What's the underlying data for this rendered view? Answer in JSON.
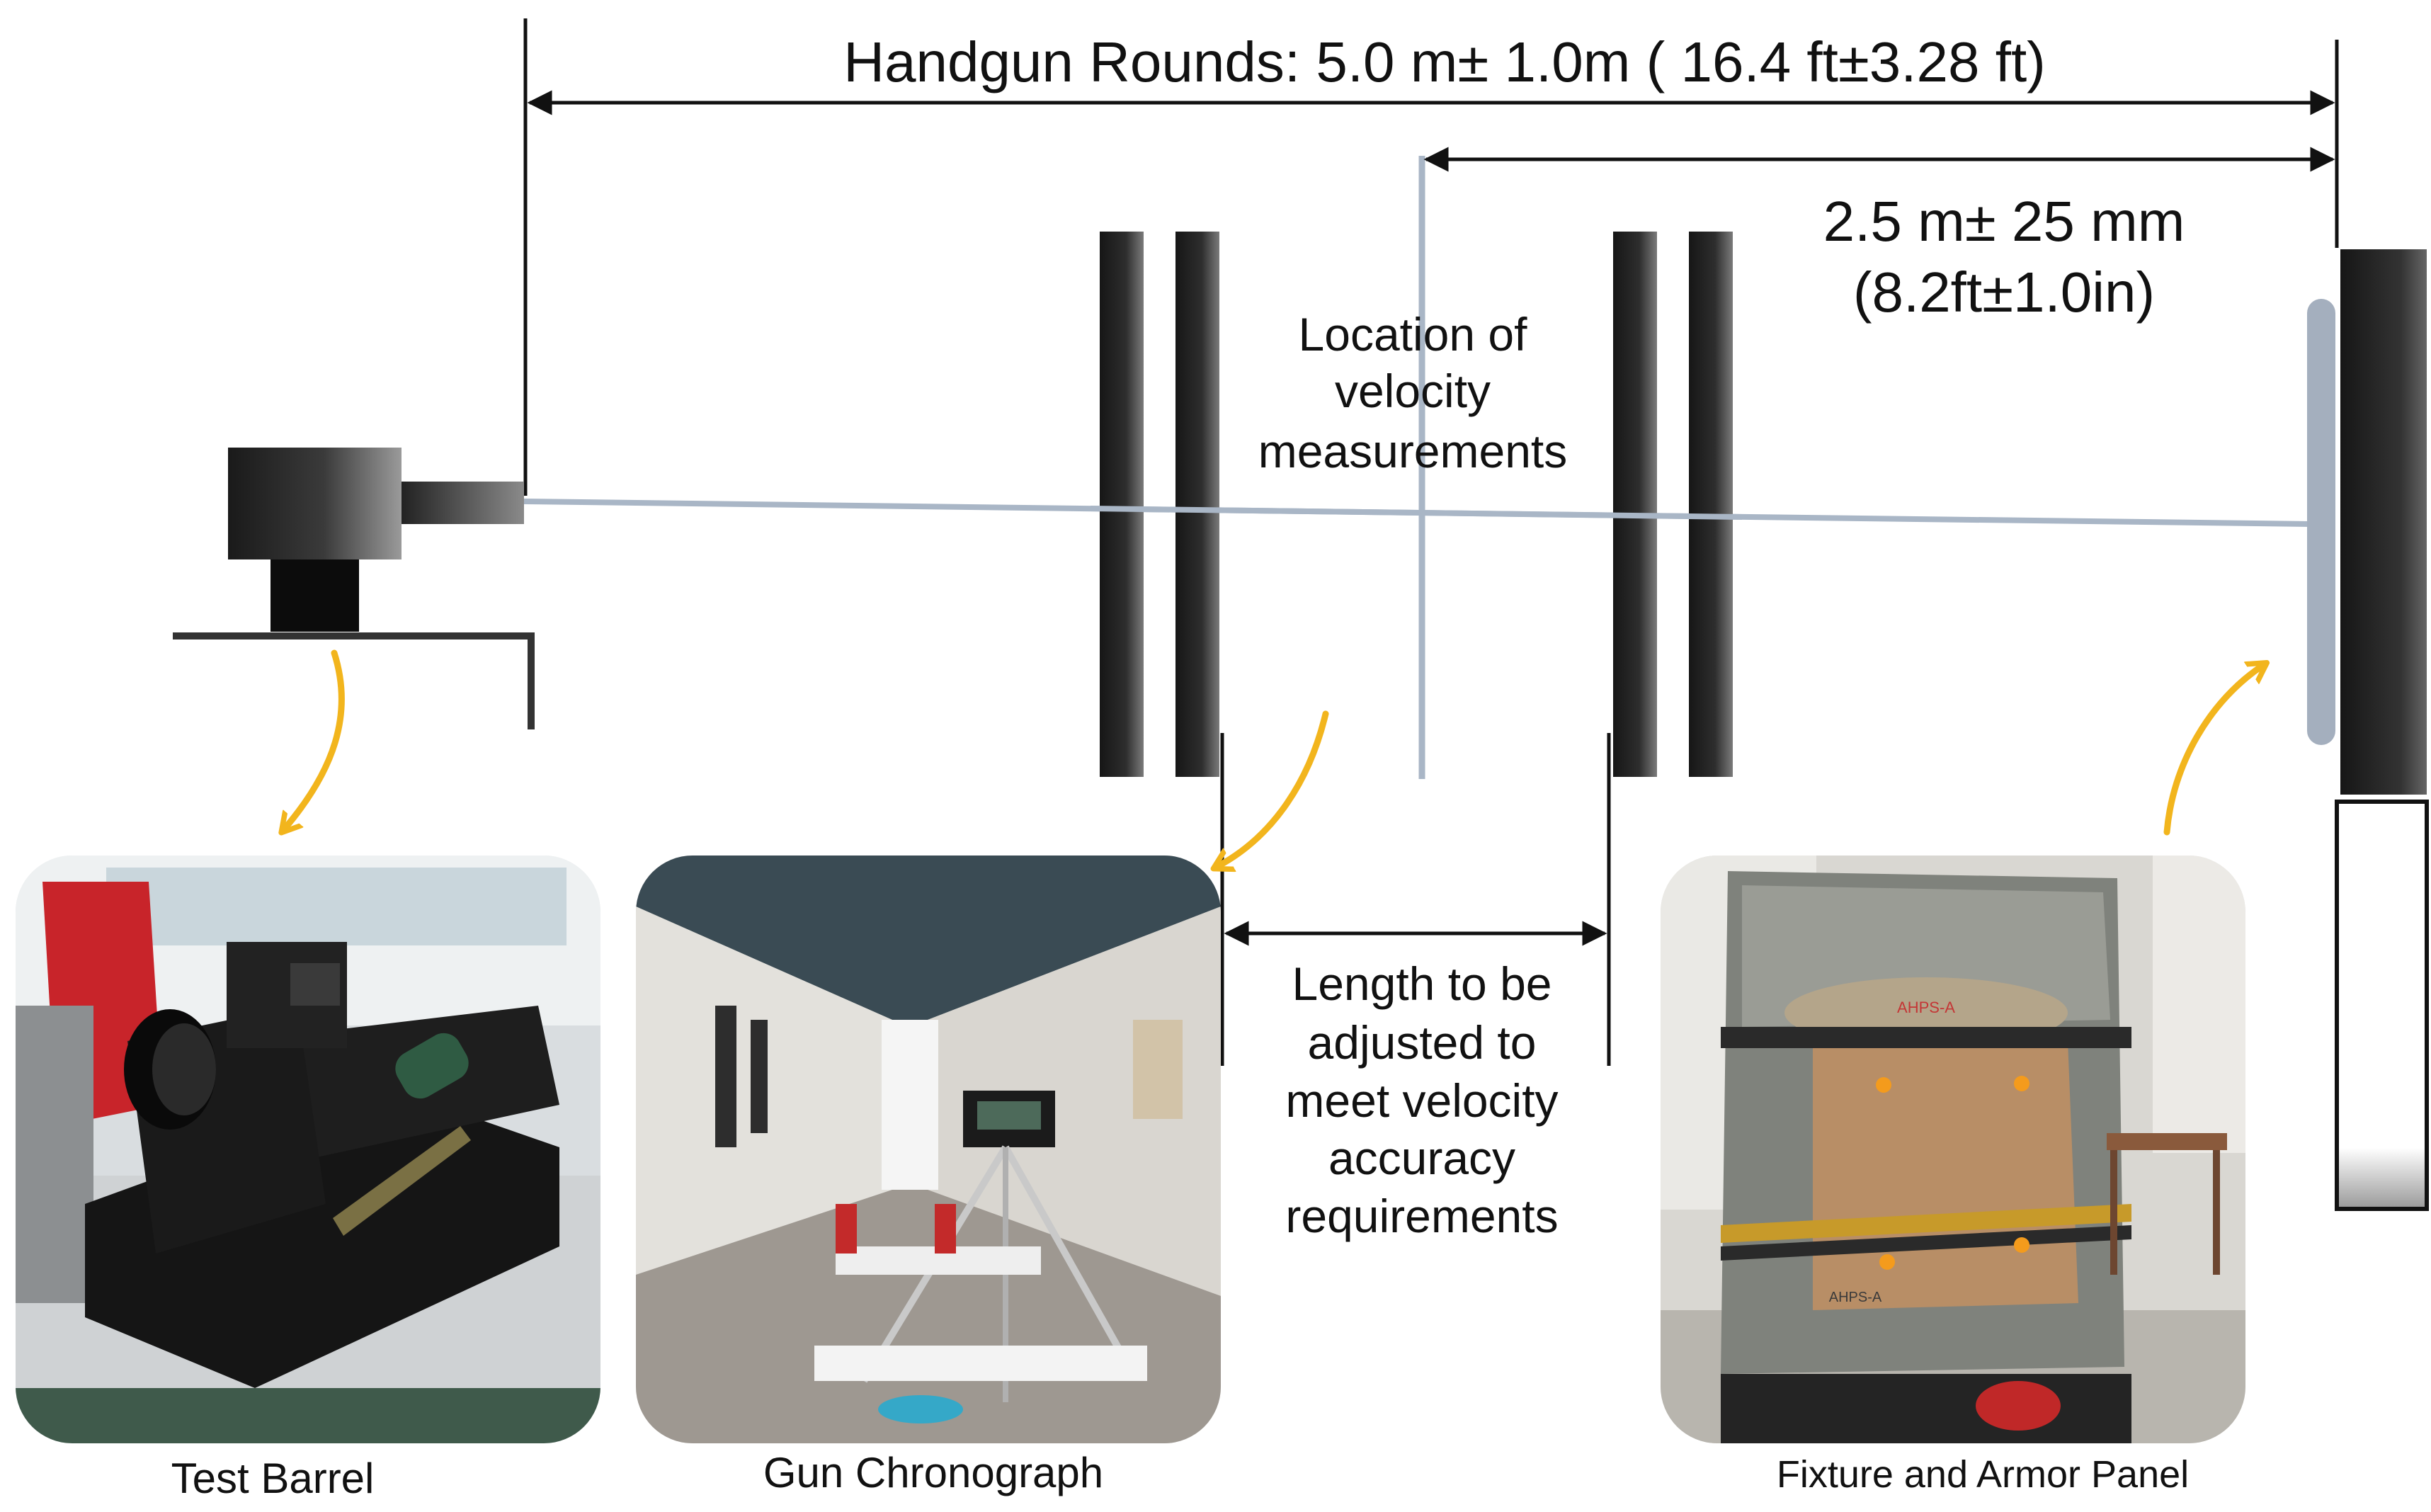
{
  "diagram": {
    "top_dimension_label": "Handgun Rounds: 5.0 m± 1.0m ( 16.4 ft±3.28 ft)",
    "right_dimension_label": {
      "line1": "2.5 m± 25 mm",
      "line2": "(8.2ft±1.0in)"
    },
    "velocity_location_label": [
      "Location of",
      "velocity",
      "measurements"
    ],
    "adjust_length_label": [
      "Length to be",
      "adjusted to",
      "meet velocity",
      "accuracy",
      "requirements"
    ],
    "photo_captions": {
      "test_barrel": "Test Barrel",
      "gun_chronograph": "Gun Chronograph",
      "fixture_armor_panel": "Fixture and Armor Panel"
    },
    "photo_markings": {
      "armor_label_top": "AHPS-A",
      "armor_label_bottom": "AHPS-A"
    },
    "colors": {
      "line": "#111111",
      "trajectory": "#a9b6c6",
      "arrow_accent": "#f2b51d",
      "screen_dark": "#1c1c1c",
      "screen_light": "#8c8c8c"
    }
  }
}
